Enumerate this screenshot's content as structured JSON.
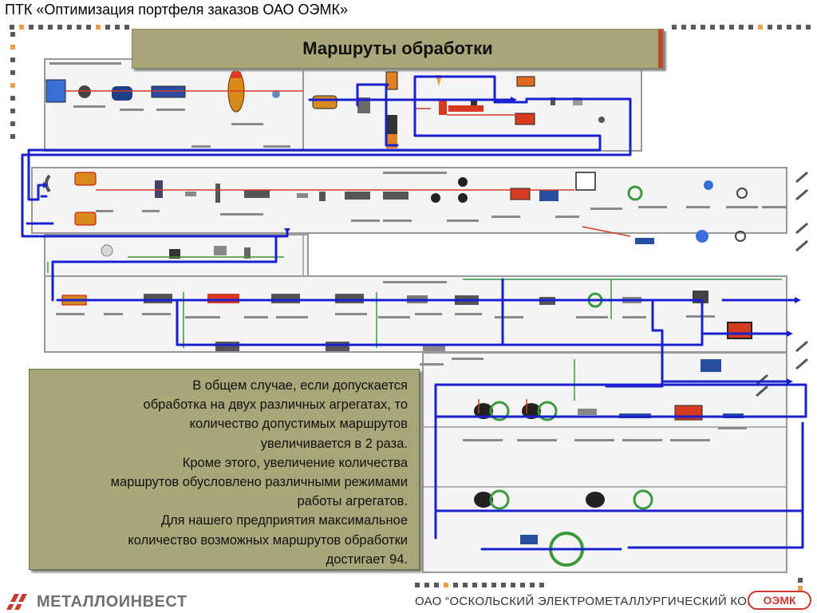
{
  "header": {
    "title": "ПТК «Оптимизация портфеля заказов ОАО ОЭМК»"
  },
  "banner": {
    "title": "Маршруты обработки"
  },
  "textbox": {
    "lines": [
      "В общем случае, если допускается",
      "обработка на двух различных агрегатах, то",
      "количество допустимых маршрутов",
      "увеличивается в 2 раза.",
      "Кроме этого, увеличение количества",
      "маршрутов обусловлено различными режимами",
      "работы агрегатов.",
      "Для нашего предприятия максимальное",
      "количество возможных маршрутов обработки",
      "достигает 94."
    ]
  },
  "footer": {
    "left_logo": "МЕТАЛЛОИНВЕСТ",
    "right_text": "ОАО “ОСКОЛЬСКИЙ ЭЛЕКТРОМЕТАЛЛУРГИЧЕСКИЙ КОМБИНАТ”",
    "logo": "ОЭМК"
  },
  "colors": {
    "route_line": "#1a1fd0",
    "banner_bg": "#a7a77a",
    "accent_red": "#c0482e",
    "flow_red": "#d23a2a",
    "flow_green": "#3a9a3a",
    "panel_border": "#999999"
  },
  "icons": [
    "metalloinvest-logo-icon",
    "oemk-logo-icon"
  ]
}
